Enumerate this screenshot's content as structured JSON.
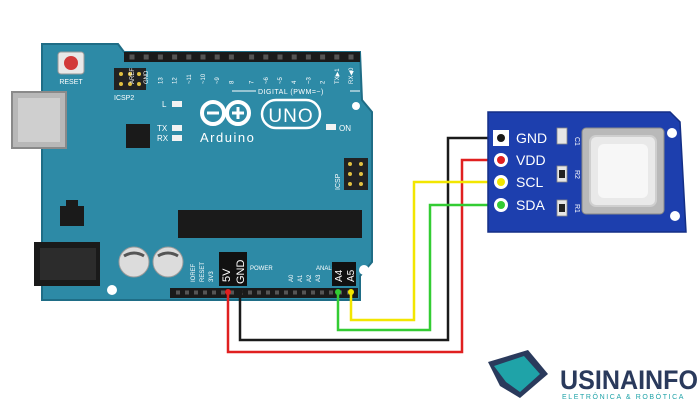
{
  "board": {
    "reset_label": "RESET",
    "icsp2_label": "ICSP2",
    "icsp_label": "ICSP",
    "brand": "Arduino",
    "model": "UNO",
    "on_label": "ON",
    "l_label": "L",
    "tx_label": "TX",
    "rx_label": "RX",
    "digital_header": "DIGITAL (PWM=~)",
    "digital_pins": [
      "AREF",
      "GND",
      "13",
      "12",
      "~11",
      "~10",
      "~9",
      "8",
      "7",
      "~6",
      "~5",
      "4",
      "~3",
      "2",
      "TX▶1",
      "RX◀0"
    ],
    "power_header": "POWER",
    "power_pins": [
      "IOREF",
      "RESET",
      "3V3"
    ],
    "analog_header": "ANALOG IN",
    "analog_pins": [
      "A0",
      "A1",
      "A2",
      "A3"
    ],
    "pin_5v": "5V",
    "pin_gnd": "GND",
    "pin_a4": "A4",
    "pin_a5": "A5"
  },
  "sensor": {
    "pins": [
      "GND",
      "VDD",
      "SCL",
      "SDA"
    ],
    "c1": "C1",
    "r2": "R2",
    "r1": "R1"
  },
  "wires": {
    "colors": {
      "gnd": "#1a1a1a",
      "vdd": "#e02020",
      "scl": "#f2e600",
      "sda": "#33cc33"
    }
  },
  "logo": {
    "name": "USINAINFO",
    "tagline": "ELETRÔNICA & ROBÓTICA"
  },
  "colors": {
    "board": "#2d8aa6",
    "board_edge": "#1f6d86",
    "sensor_pcb": "#1d3fae",
    "logo_dark": "#2a3a5c",
    "logo_teal": "#1fa3a8"
  }
}
